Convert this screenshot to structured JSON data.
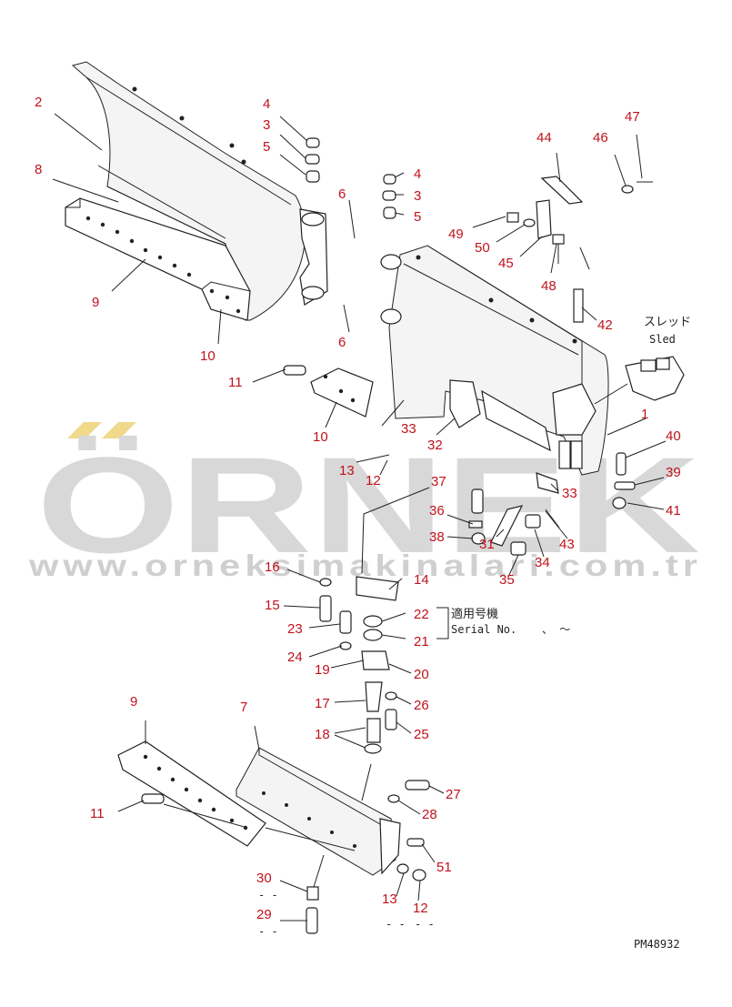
{
  "watermark": {
    "brand": "ÖRNEK",
    "url": "www.orneksimakinalari.com.tr",
    "accent_color": "#f0d98a"
  },
  "drawing_code": "PM48932",
  "sled_label": {
    "jp": "スレッド",
    "en": "Sled"
  },
  "serial_label": {
    "jp": "適用号機",
    "en": "Serial No.",
    "range": "、 ～"
  },
  "callouts": [
    {
      "n": "2"
    },
    {
      "n": "8"
    },
    {
      "n": "9"
    },
    {
      "n": "10"
    },
    {
      "n": "4"
    },
    {
      "n": "3"
    },
    {
      "n": "5"
    },
    {
      "n": "6"
    },
    {
      "n": "4"
    },
    {
      "n": "3"
    },
    {
      "n": "5"
    },
    {
      "n": "6"
    },
    {
      "n": "44"
    },
    {
      "n": "46"
    },
    {
      "n": "47"
    },
    {
      "n": "49"
    },
    {
      "n": "50"
    },
    {
      "n": "45"
    },
    {
      "n": "48"
    },
    {
      "n": "42"
    },
    {
      "n": "11"
    },
    {
      "n": "10"
    },
    {
      "n": "33"
    },
    {
      "n": "32"
    },
    {
      "n": "1"
    },
    {
      "n": "13"
    },
    {
      "n": "12"
    },
    {
      "n": "40"
    },
    {
      "n": "39"
    },
    {
      "n": "41"
    },
    {
      "n": "37"
    },
    {
      "n": "36"
    },
    {
      "n": "38"
    },
    {
      "n": "33"
    },
    {
      "n": "31"
    },
    {
      "n": "34"
    },
    {
      "n": "43"
    },
    {
      "n": "35"
    },
    {
      "n": "16"
    },
    {
      "n": "14"
    },
    {
      "n": "15"
    },
    {
      "n": "22"
    },
    {
      "n": "23"
    },
    {
      "n": "21"
    },
    {
      "n": "24"
    },
    {
      "n": "19"
    },
    {
      "n": "20"
    },
    {
      "n": "17"
    },
    {
      "n": "26"
    },
    {
      "n": "18"
    },
    {
      "n": "25"
    },
    {
      "n": "9"
    },
    {
      "n": "7"
    },
    {
      "n": "11"
    },
    {
      "n": "27"
    },
    {
      "n": "28"
    },
    {
      "n": "51"
    },
    {
      "n": "30"
    },
    {
      "n": "13"
    },
    {
      "n": "12"
    },
    {
      "n": "29"
    }
  ],
  "dash_marks": {
    "d1": "- -",
    "d2": "- -",
    "d3": "- -",
    "d4": "- -"
  }
}
